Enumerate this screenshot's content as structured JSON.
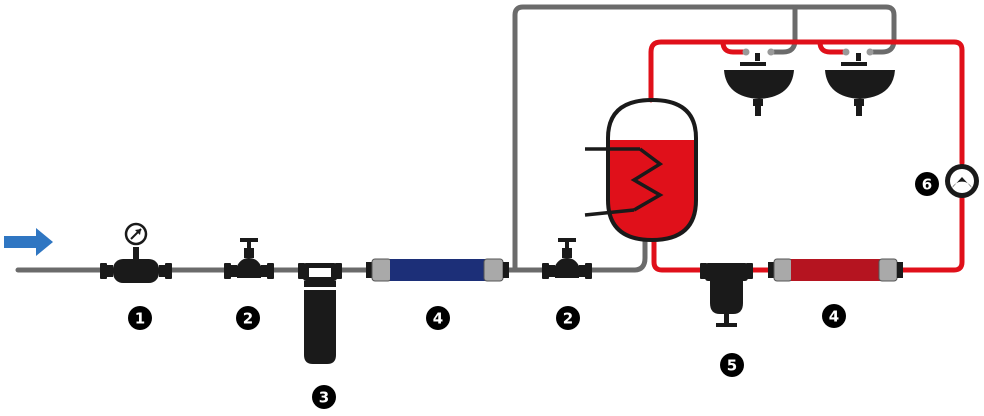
{
  "colors": {
    "cold_pipe": "#6b6b6b",
    "hot_pipe": "#e0101a",
    "flow_arrow": "#2f76c2",
    "fitting": "#1a1a1a",
    "cold_insulation": "#1c2f78",
    "hot_insulation": "#b51420",
    "sleeve": "#a9a9a9",
    "badge": "#000000",
    "badge_text": "#ffffff"
  },
  "icons": {
    "inlet_arrow": "right-arrow-icon",
    "water_meter": "water-meter-icon",
    "pressure_gauge": "pressure-gauge-icon",
    "valve": "valve-icon",
    "filter": "filter-icon",
    "insulation": "pipe-insulation-icon",
    "boiler": "boiler-tank-icon",
    "sink": "sink-icon",
    "pump": "circulation-pump-icon"
  },
  "labels": {
    "meter": "1",
    "valve_inlet": "2",
    "filter": "3",
    "insulation_cold": "4",
    "valve_boiler": "2",
    "hot_filter": "5",
    "insulation_hot": "4",
    "pump": "6"
  }
}
